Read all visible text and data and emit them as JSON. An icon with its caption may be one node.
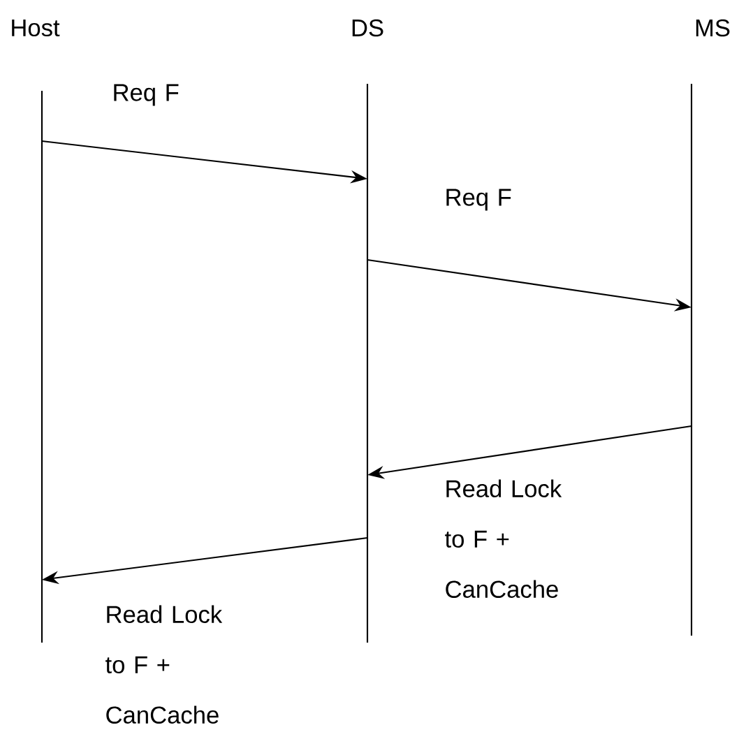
{
  "diagram": {
    "nodes": [
      {
        "text": [
          "Host"
        ]
      },
      {
        "text": [
          "DS"
        ]
      },
      {
        "text": [
          "MS"
        ]
      }
    ],
    "edges": [
      {
        "from": 0,
        "to": 1,
        "arrow": "to",
        "label": "Req F"
      },
      {
        "from": 1,
        "to": 2,
        "arrow": "to",
        "label": "Req F"
      },
      {
        "from": 2,
        "to": 1,
        "arrow": "to",
        "label": "Read Lock to F + CanCache"
      },
      {
        "from": 1,
        "to": 0,
        "arrow": "to",
        "label": "Read Lock to F + CanCache"
      }
    ]
  }
}
